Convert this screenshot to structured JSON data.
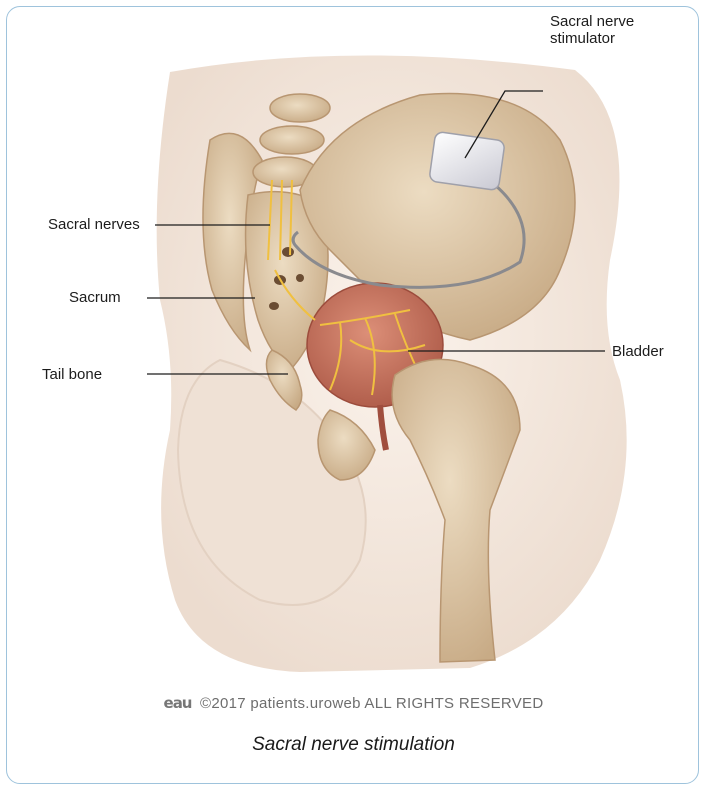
{
  "labels": {
    "stimulator_line1": "Sacral nerve",
    "stimulator_line2": "stimulator",
    "sacral_nerves": "Sacral nerves",
    "sacrum": "Sacrum",
    "tail_bone": "Tail bone",
    "bladder": "Bladder"
  },
  "footer": {
    "logo": "eau",
    "copyright": "©2017 patients.uroweb ALL RIGHTS RESERVED"
  },
  "caption": "Sacral nerve stimulation",
  "colors": {
    "border": "#9ec3dc",
    "skin": "#f2e6dc",
    "bone": "#dcc4a3",
    "bladder": "#c9735e",
    "nerve": "#f0c040"
  }
}
